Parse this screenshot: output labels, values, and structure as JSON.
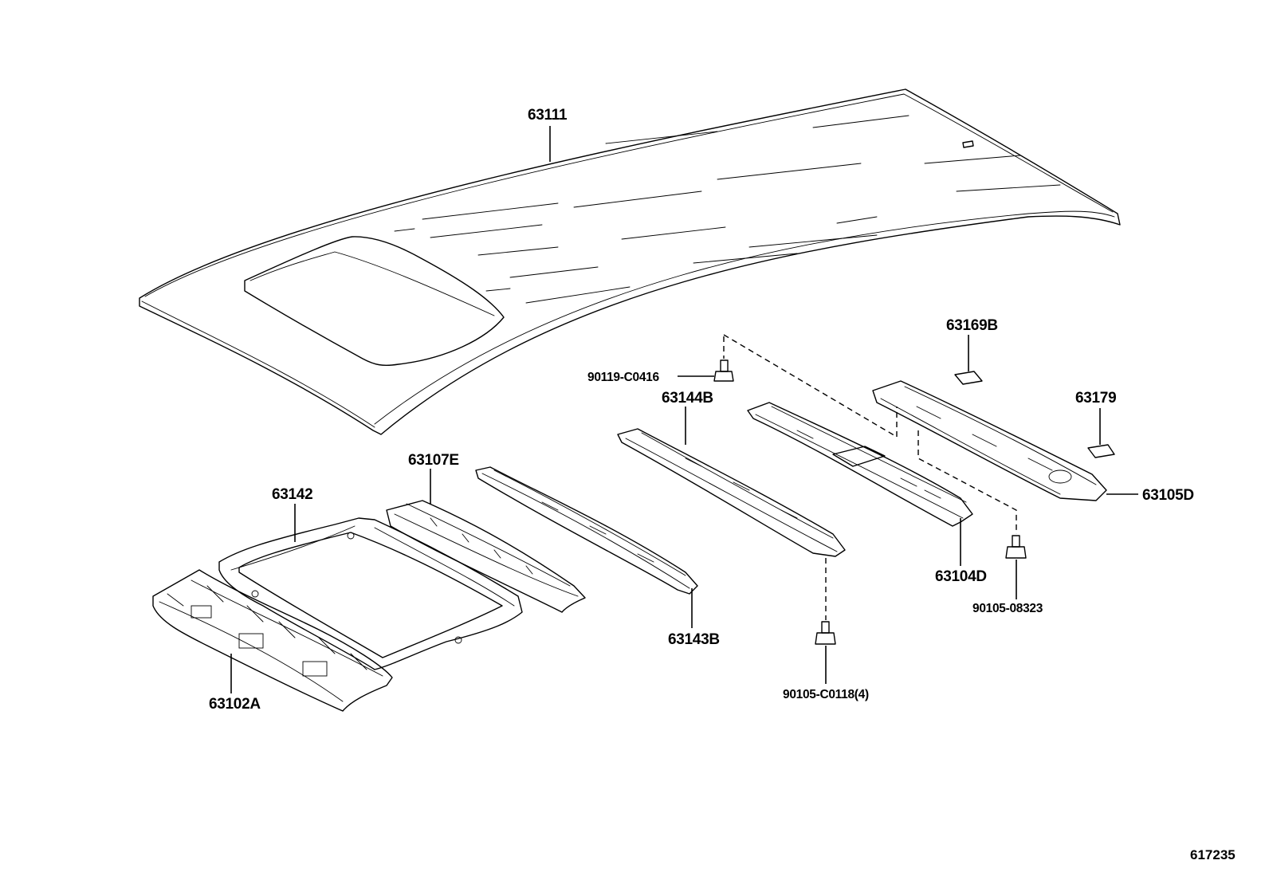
{
  "figure_id": "617235",
  "labels": {
    "roof_panel": "63111",
    "sunroof_reinforcement": "63142",
    "front_header": "63102A",
    "roof_bow_front": "63107E",
    "roof_bow_center": "63143B",
    "roof_bow_center_2": "63144B",
    "roof_bow_rear": "63104D",
    "rear_header": "63105D",
    "pad_a": "63169B",
    "pad_b": "63179",
    "bolt_a": "90119-C0416",
    "bolt_b": "90105-C0118(4)",
    "bolt_c": "90105-08323"
  }
}
